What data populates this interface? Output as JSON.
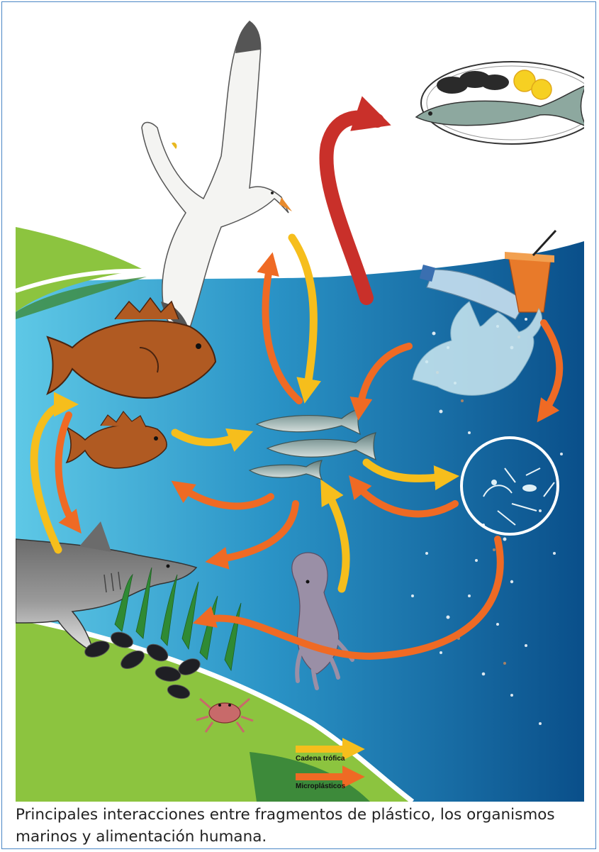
{
  "legend": {
    "items": [
      {
        "label": "Cadena trófica",
        "color": "#f6be1c"
      },
      {
        "label": "Microplásticos",
        "color": "#ef6a24"
      }
    ]
  },
  "caption": "Principales interacciones entre fragmentos de plástico, los organismos marinos y alimentación humana.",
  "colors": {
    "frame_border": "#4a86c5",
    "food_chain_arrow": "#f6be1c",
    "microplastic_arrow": "#ef6a24",
    "human_arrow": "#c9302a",
    "sea_light": "#5ec8e6",
    "sea_dark": "#0a4f8a",
    "land_green": "#8cc43f"
  }
}
